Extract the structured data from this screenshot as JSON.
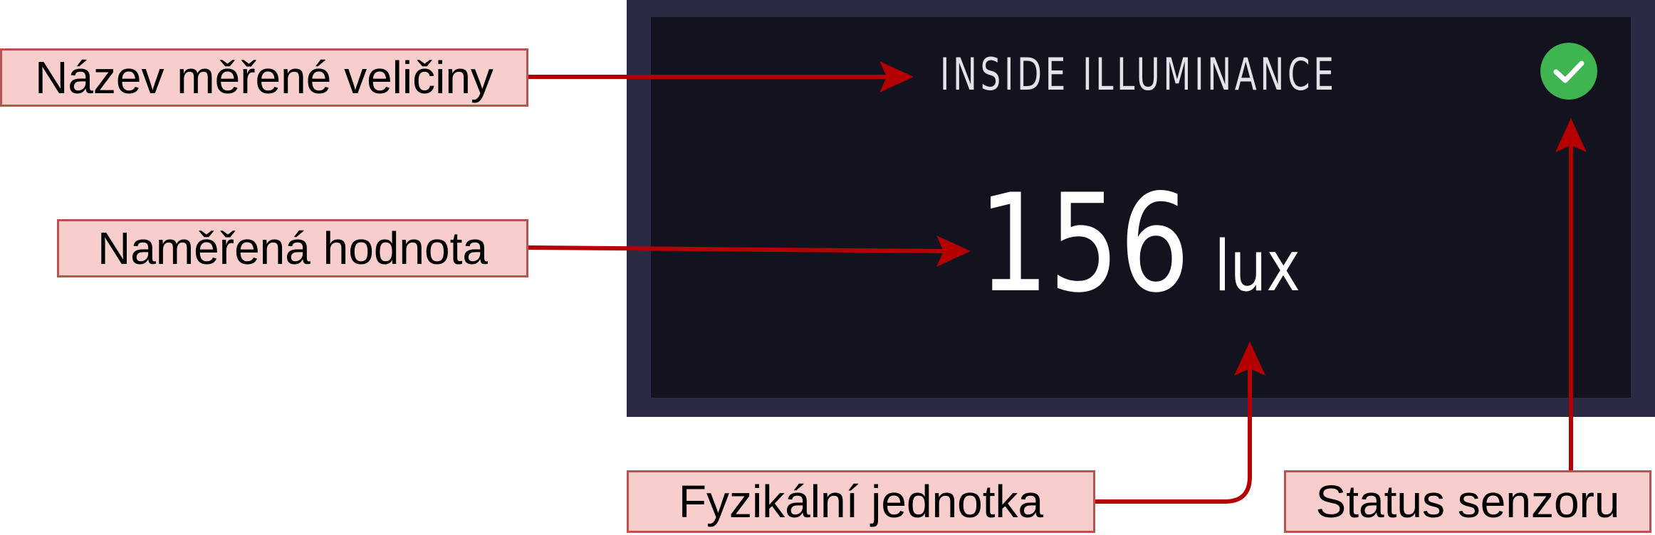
{
  "widget": {
    "sensor_name": "INSIDE ILLUMINANCE",
    "value": "156",
    "unit": "lux",
    "status_icon": "check-circle-icon"
  },
  "callouts": {
    "quantity_name": "Název měřené veličiny",
    "measured_value": "Naměřená hodnota",
    "physical_unit": "Fyzikální jednotka",
    "sensor_status": "Status senzoru"
  },
  "colors": {
    "frame": "#2a2a44",
    "panel": "#13131f",
    "status_ok": "#3fb551",
    "callout_fill": "#f8cecc",
    "callout_border": "#b85450",
    "arrow": "#b40000"
  }
}
